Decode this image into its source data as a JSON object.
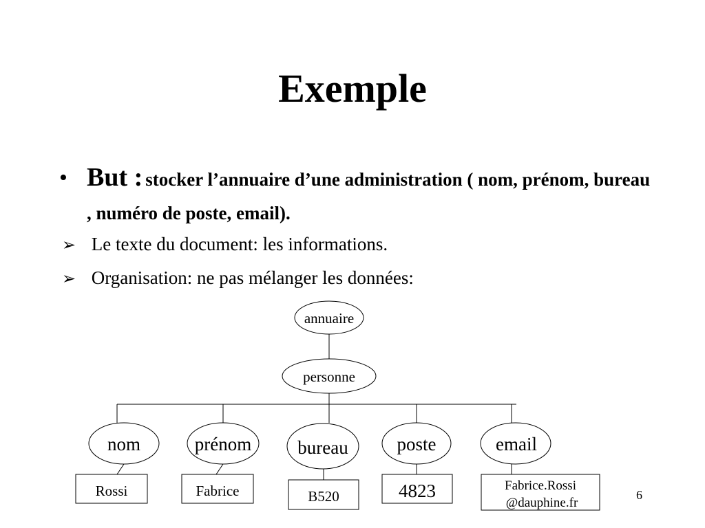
{
  "slide": {
    "title": "Exemple",
    "page_number": "6"
  },
  "bullet": {
    "label": "But :",
    "text": "stocker l’annuaire d’une administration  ( nom, prénom, bureau , numéro de poste, email)."
  },
  "sub_items": [
    "Le texte du document: les informations.",
    "Organisation: ne pas mélanger les données:"
  ],
  "tree": {
    "root": "annuaire",
    "child": "personne",
    "fields": [
      {
        "name": "nom",
        "value_lines": [
          "Rossi"
        ]
      },
      {
        "name": "prénom",
        "value_lines": [
          "Fabrice"
        ]
      },
      {
        "name": "bureau",
        "value_lines": [
          "B520"
        ]
      },
      {
        "name": "poste",
        "value_lines": [
          "4823"
        ]
      },
      {
        "name": "email",
        "value_lines": [
          "Fabrice.Rossi",
          "@dauphine.fr"
        ]
      }
    ]
  }
}
